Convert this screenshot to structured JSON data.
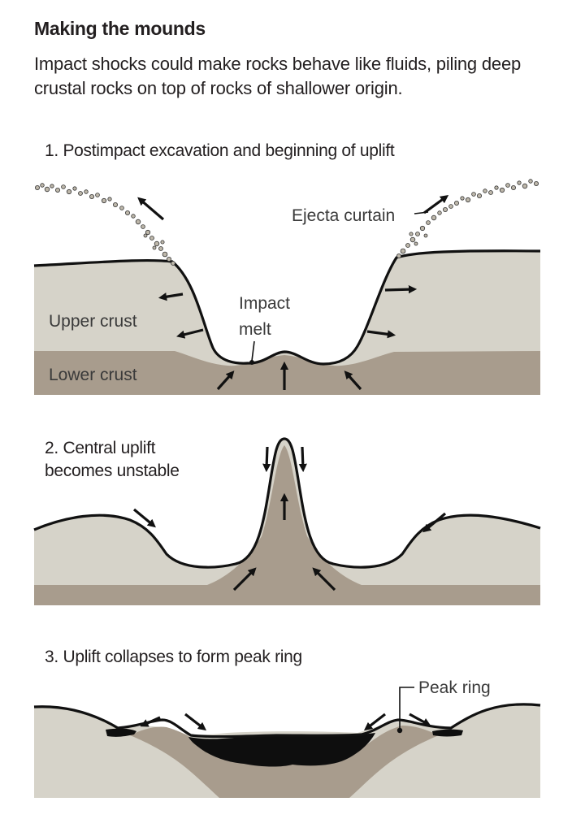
{
  "header": {
    "title": "Making the mounds",
    "subtitle": "Impact shocks could make rocks behave like fluids, piling deep crustal rocks  on top of rocks of shallower origin."
  },
  "steps": [
    {
      "title": "1. Postimpact excavation and beginning of uplift",
      "labels": {
        "ejecta": "Ejecta curtain",
        "upper_crust": "Upper crust",
        "lower_crust": "Lower crust",
        "impact_line1": "Impact",
        "impact_line2": "melt"
      }
    },
    {
      "title_line1": "2. Central uplift",
      "title_line2": "becomes unstable"
    },
    {
      "title": "3. Uplift collapses to form peak ring",
      "labels": {
        "peak_ring": "Peak ring"
      }
    }
  ],
  "colors": {
    "upper_crust": "#d6d3c9",
    "lower_crust": "#a89c8d",
    "melt": "#0e0e0e",
    "text": "#231f20"
  }
}
